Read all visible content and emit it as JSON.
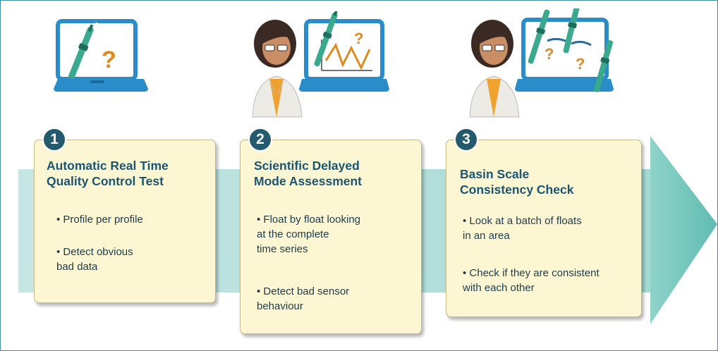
{
  "colors": {
    "frame_border": "#3f8fa8",
    "arrow_band": "#bde1df",
    "arrow_head": "#74c7bd",
    "card_fill": "#fdf6d2",
    "badge_fill": "#245a6d",
    "title_text": "#1b5572",
    "laptop_blue": "#2a8cc8",
    "question_mark": "#e08a1e"
  },
  "icons": {
    "step1": "laptop-with-float-and-question-icon",
    "step2": "scientist-with-laptop-zigzag-chart-icon",
    "step3": "scientist-with-laptop-multiple-floats-icon"
  },
  "steps": [
    {
      "number": "1",
      "title": "Automatic Real Time\nQuality Control Test",
      "bullets": [
        "• Profile per profile",
        "• Detect obvious\n  bad data"
      ]
    },
    {
      "number": "2",
      "title": "Scientific Delayed\nMode Assessment",
      "bullets": [
        "• Float by float looking\n  at the complete\n  time series",
        "• Detect bad sensor\n  behaviour"
      ]
    },
    {
      "number": "3",
      "title": "Basin Scale\nConsistency Check",
      "bullets": [
        "• Look at a batch of floats\n  in an area",
        "• Check if they are consistent\n  with each other"
      ]
    }
  ]
}
